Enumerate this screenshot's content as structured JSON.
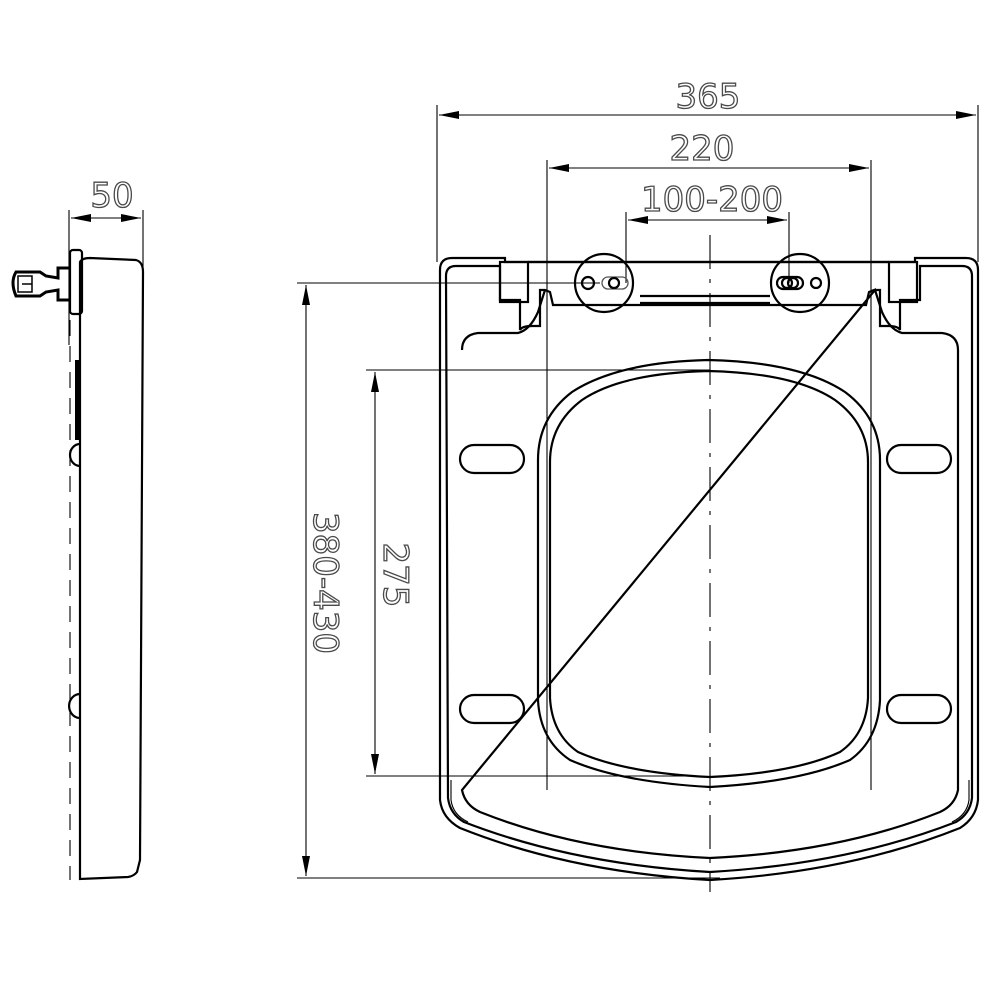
{
  "drawing": {
    "subject": "toilet seat dimension drawing",
    "units": "mm",
    "line_color": "#000000",
    "text_color": "#4a4a4a",
    "background": "#ffffff"
  },
  "side_view": {
    "dimensions": {
      "thickness": "50"
    }
  },
  "top_view": {
    "dimensions": {
      "overall_width": "365",
      "fixing_span": "220",
      "hinge_spacing": "100-200",
      "overall_length": "380-430",
      "opening_length": "275"
    }
  }
}
